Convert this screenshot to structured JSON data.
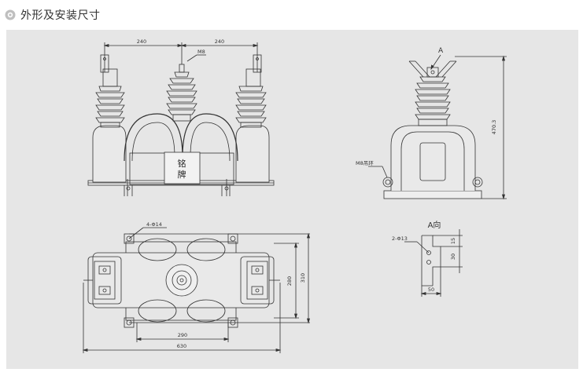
{
  "header": {
    "icon": "circle-bullet-icon",
    "title": "外形及安装尺寸"
  },
  "front_view": {
    "dim_left": "240",
    "dim_right": "240",
    "bolt_label": "M8",
    "plate_text_1": "铭",
    "plate_text_2": "牌"
  },
  "side_view": {
    "arrow_label": "A",
    "height_dim": "470.3",
    "ring_label": "M8吊环"
  },
  "top_view": {
    "holes_label": "4-Φ14",
    "dim_290": "290",
    "dim_630": "630",
    "dim_280": "280",
    "dim_310": "310"
  },
  "a_view": {
    "title": "A向",
    "holes_label": "2-Φ13",
    "dim_15": "15",
    "dim_30": "30",
    "dim_50": "50"
  },
  "colors": {
    "panel_bg": "#e6e6e6",
    "line": "#333333"
  }
}
